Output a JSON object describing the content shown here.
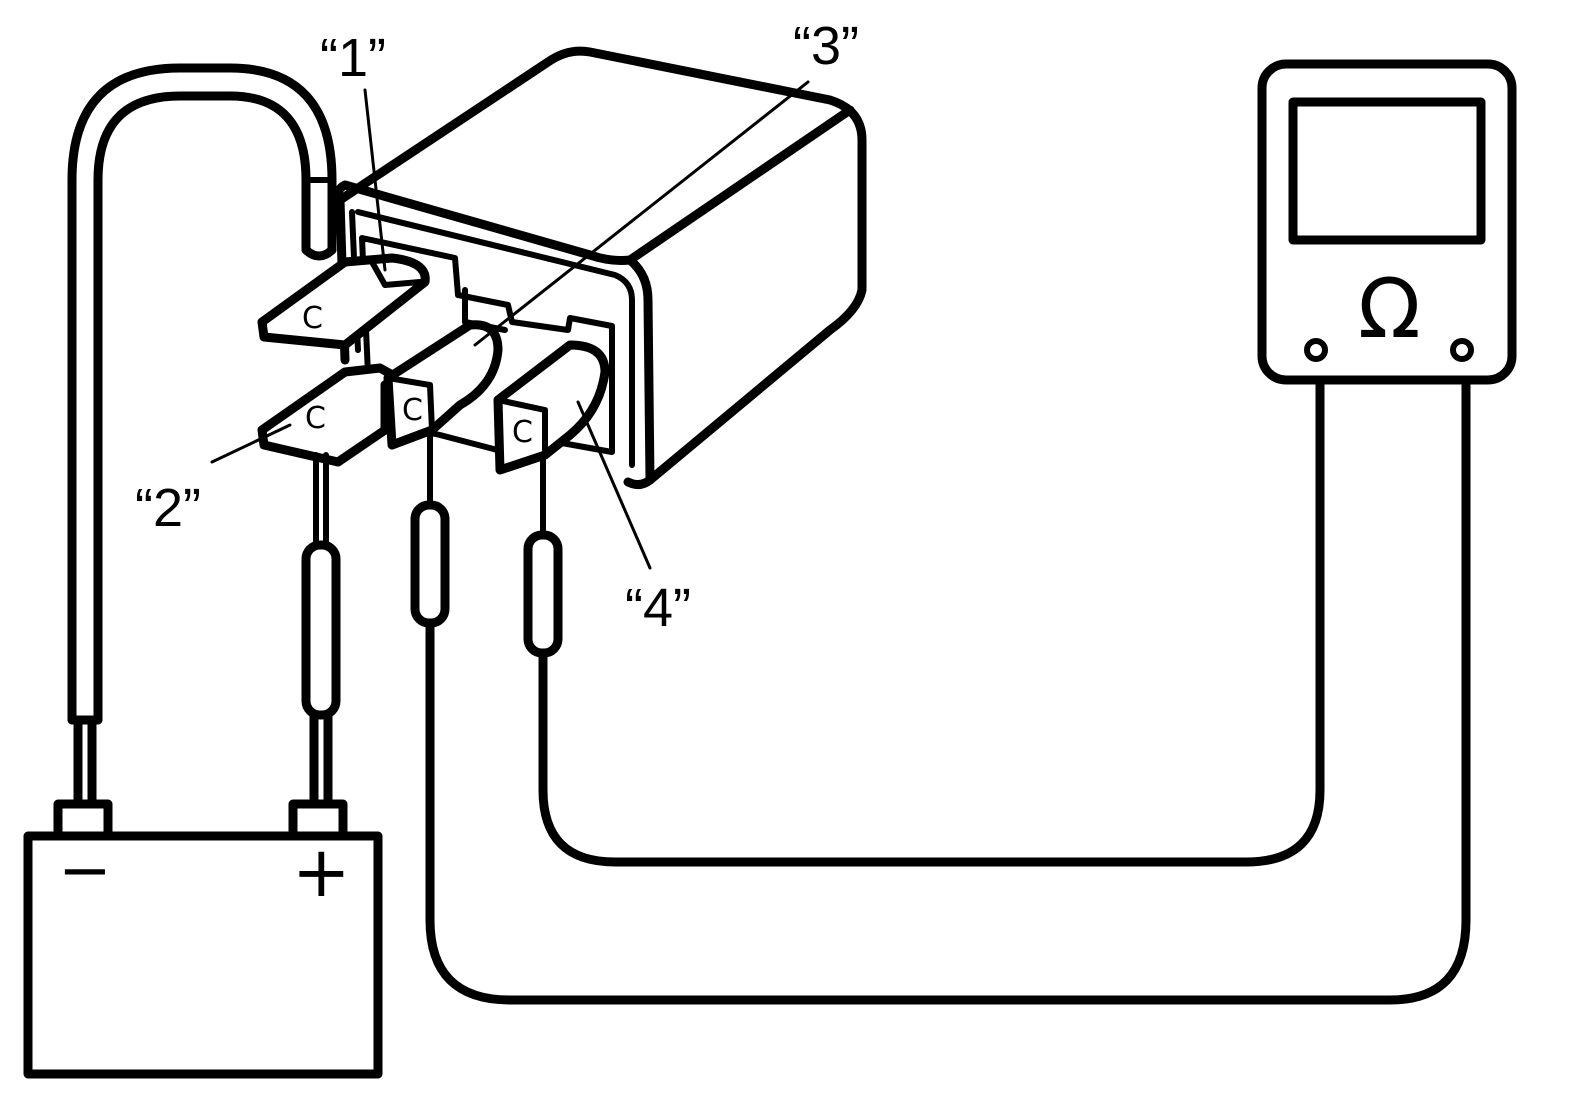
{
  "callouts": {
    "terminal_1": "“1”",
    "terminal_2": "“2”",
    "terminal_3": "“3”",
    "terminal_4": "“4”"
  },
  "battery": {
    "negative_symbol": "−",
    "positive_symbol": "+"
  },
  "ohmmeter": {
    "unit_symbol": "Ω"
  },
  "terminal_marks": {
    "mark_1": "C",
    "mark_2": "C",
    "mark_3": "C",
    "mark_4": "C"
  },
  "colors": {
    "ink": "#000000",
    "paper": "#ffffff"
  }
}
